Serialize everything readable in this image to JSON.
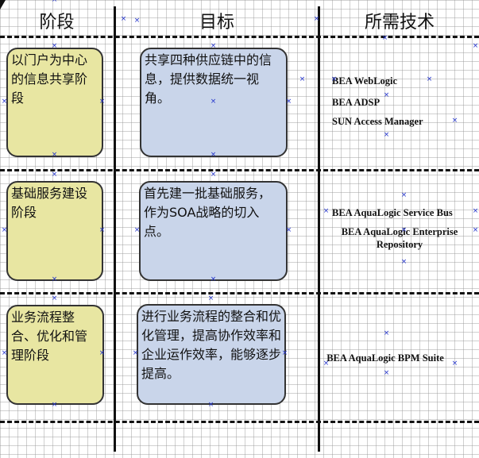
{
  "headers": {
    "stage": "阶段",
    "goal": "目标",
    "tech": "所需技术"
  },
  "rows": [
    {
      "stage": "以门户为中心的信息共享阶段",
      "goal": "共享四种供应链中的信息，提供数据统一视角。",
      "tech": [
        "BEA WebLogic",
        "BEA ADSP",
        "SUN Access Manager"
      ]
    },
    {
      "stage": "基础服务建设阶段",
      "goal": "首先建一批基础服务，作为SOA战略的切入点。",
      "tech": [
        "BEA AquaLogic Service Bus",
        "BEA AquaLogic Enterprise Repository"
      ]
    },
    {
      "stage": "业务流程整合、优化和管理阶段",
      "goal": "进行业务流程的整合和优化管理，提高协作效率和企业运作效率，能够逐步提高。",
      "tech": [
        "BEA AquaLogic BPM Suite"
      ]
    }
  ],
  "colors": {
    "stage_box": "#e8e6a2",
    "goal_box": "#c9d5ea",
    "marker": "#2233cc"
  },
  "icons": {
    "cursor": "arrow-cursor-icon",
    "marker": "x-marker-icon"
  }
}
